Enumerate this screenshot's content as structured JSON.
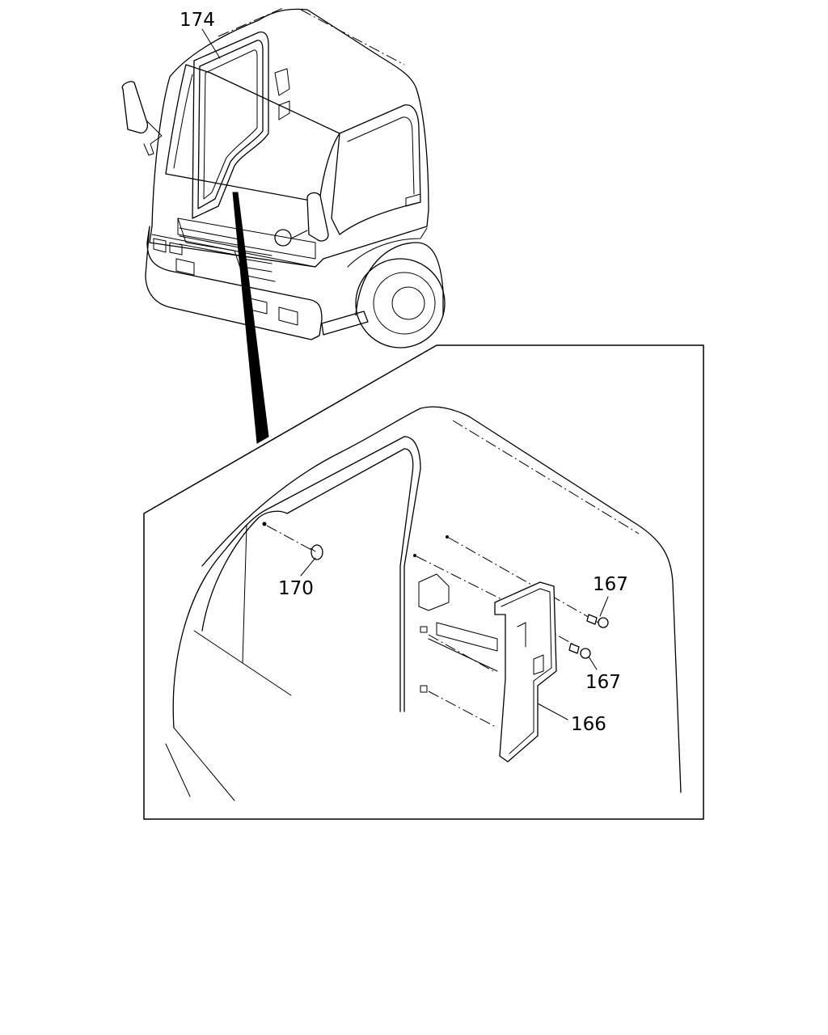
{
  "callouts": {
    "c174": "174",
    "c170": "170",
    "c167a": "167",
    "c167b": "167",
    "c166": "166"
  }
}
